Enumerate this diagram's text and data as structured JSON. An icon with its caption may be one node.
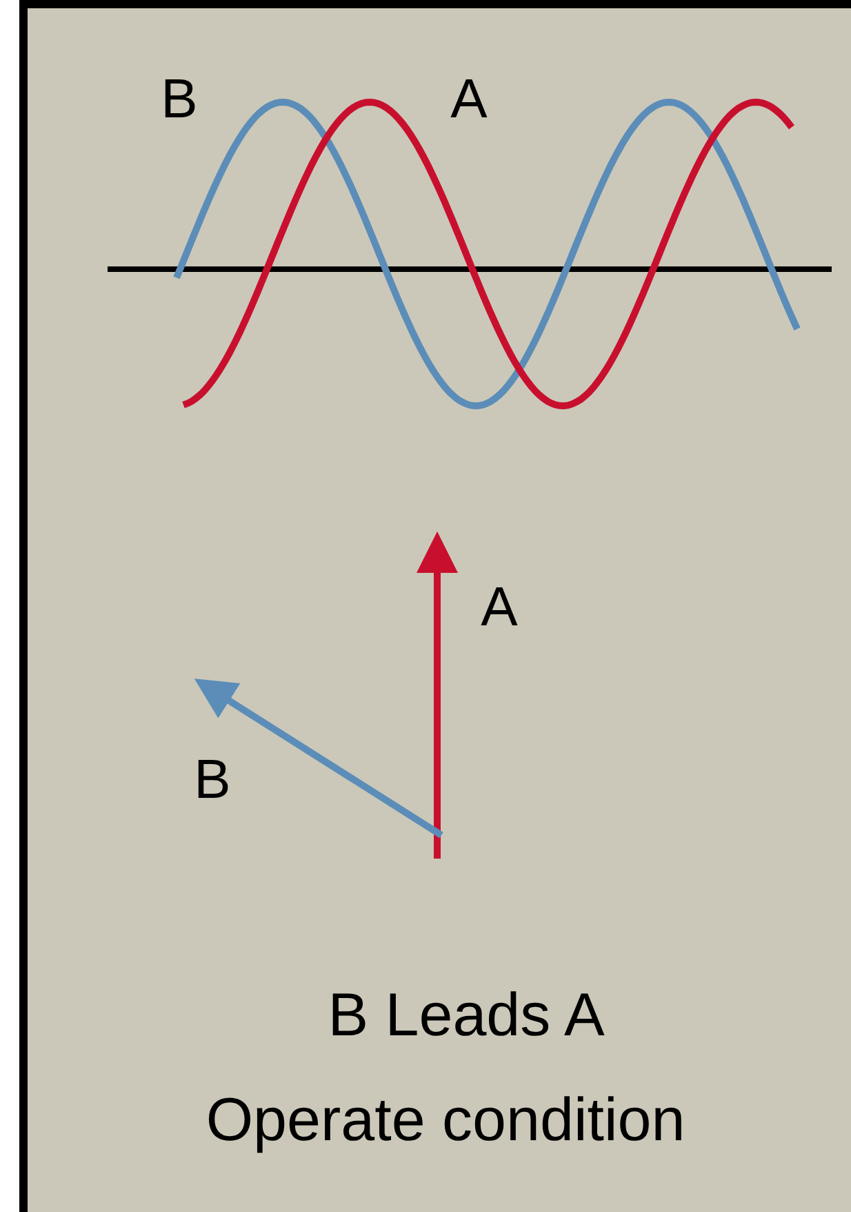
{
  "diagram": {
    "labels": [
      "B",
      "A",
      "A",
      "B",
      "B Leads A",
      "Operate condition"
    ]
  }
}
